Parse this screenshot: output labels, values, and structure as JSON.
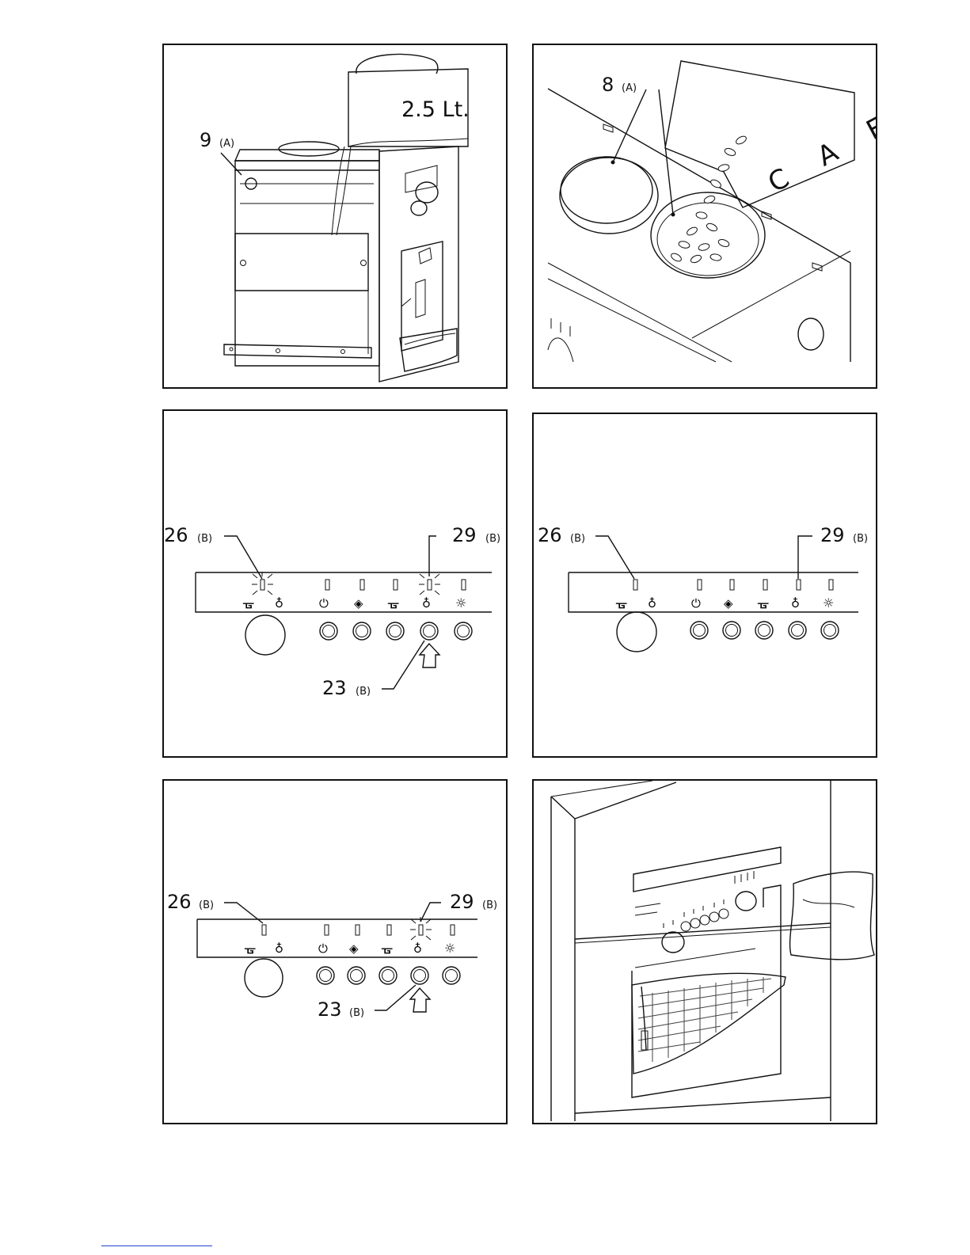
{
  "figure1": {
    "water_tank_label": "2.5 Lt.",
    "callout": {
      "number": "9",
      "ref": "(A)"
    }
  },
  "figure2": {
    "callout": {
      "number": "8",
      "ref": "(A)"
    },
    "bean_container_text": "C A F"
  },
  "figure3": {
    "callouts": [
      {
        "number": "26",
        "ref": "(B)"
      },
      {
        "number": "29",
        "ref": "(B)"
      },
      {
        "number": "23",
        "ref": "(B)"
      }
    ]
  },
  "figure4": {
    "callouts": [
      {
        "number": "26",
        "ref": "(B)"
      },
      {
        "number": "29",
        "ref": "(B)"
      }
    ]
  },
  "figure5": {
    "callouts": [
      {
        "number": "26",
        "ref": "(B)"
      },
      {
        "number": "29",
        "ref": "(B)"
      },
      {
        "number": "23",
        "ref": "(B)"
      }
    ]
  },
  "icons": [
    "steam-wand-icon",
    "coffee-icon",
    "power-icon",
    "descale-icon",
    "steam-wand-icon",
    "coffee-icon",
    "light-icon"
  ]
}
